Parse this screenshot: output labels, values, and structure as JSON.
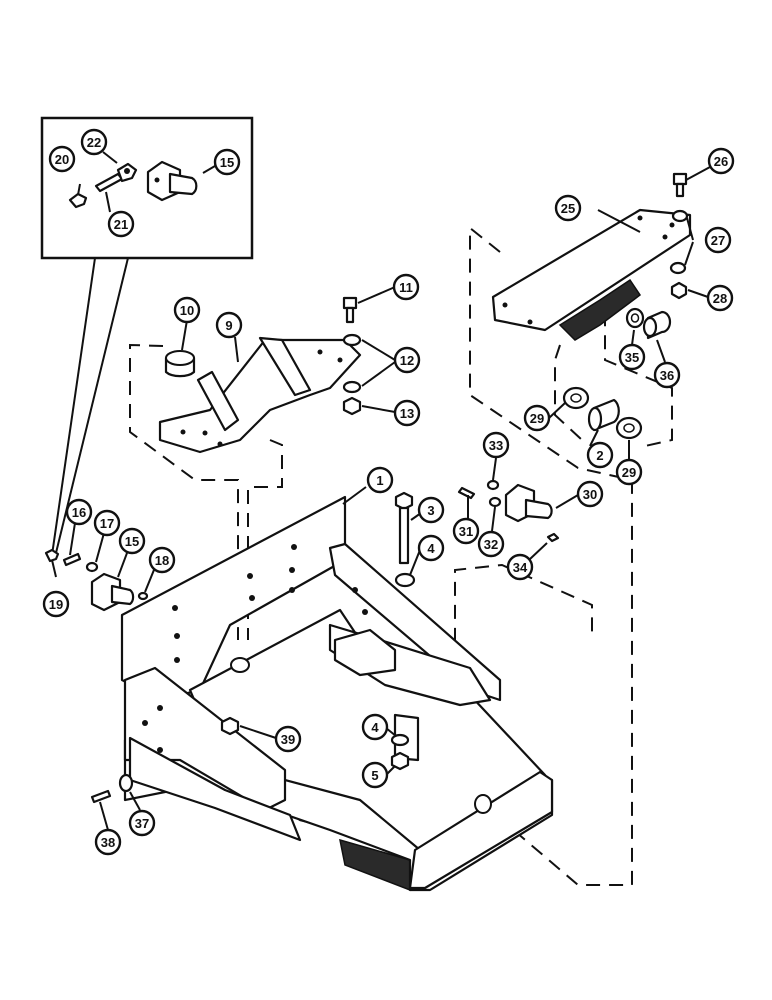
{
  "callouts": [
    {
      "id": "c1",
      "label": "1"
    },
    {
      "id": "c2",
      "label": "2"
    },
    {
      "id": "c3",
      "label": "3"
    },
    {
      "id": "c4a",
      "label": "4"
    },
    {
      "id": "c4b",
      "label": "4"
    },
    {
      "id": "c5",
      "label": "5"
    },
    {
      "id": "c9",
      "label": "9"
    },
    {
      "id": "c10",
      "label": "10"
    },
    {
      "id": "c11",
      "label": "11"
    },
    {
      "id": "c12",
      "label": "12"
    },
    {
      "id": "c13",
      "label": "13"
    },
    {
      "id": "c15a",
      "label": "15"
    },
    {
      "id": "c15b",
      "label": "15"
    },
    {
      "id": "c16",
      "label": "16"
    },
    {
      "id": "c17",
      "label": "17"
    },
    {
      "id": "c18",
      "label": "18"
    },
    {
      "id": "c19",
      "label": "19"
    },
    {
      "id": "c20",
      "label": "20"
    },
    {
      "id": "c21",
      "label": "21"
    },
    {
      "id": "c22",
      "label": "22"
    },
    {
      "id": "c25",
      "label": "25"
    },
    {
      "id": "c26",
      "label": "26"
    },
    {
      "id": "c27",
      "label": "27"
    },
    {
      "id": "c28",
      "label": "28"
    },
    {
      "id": "c29a",
      "label": "29"
    },
    {
      "id": "c29b",
      "label": "29"
    },
    {
      "id": "c30",
      "label": "30"
    },
    {
      "id": "c31",
      "label": "31"
    },
    {
      "id": "c32",
      "label": "32"
    },
    {
      "id": "c33",
      "label": "33"
    },
    {
      "id": "c34",
      "label": "34"
    },
    {
      "id": "c35",
      "label": "35"
    },
    {
      "id": "c36",
      "label": "36"
    },
    {
      "id": "c37",
      "label": "37"
    },
    {
      "id": "c38",
      "label": "38"
    },
    {
      "id": "c39",
      "label": "39"
    }
  ]
}
